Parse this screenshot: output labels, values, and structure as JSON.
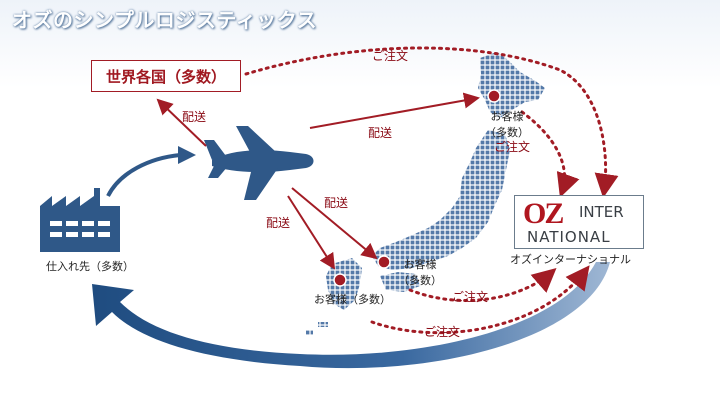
{
  "header": {
    "title": "オズのシンプルロジスティックス"
  },
  "world": {
    "label": "世界各国（多数）"
  },
  "supplier": {
    "label": "仕入れ先（多数）"
  },
  "customers": {
    "hokkaido": [
      "お客様",
      "（多数）"
    ],
    "kansai": [
      "お客様",
      "（多数）"
    ],
    "kyushu": "お客様（多数）"
  },
  "arrows": {
    "haiso": "配送",
    "chumon": "ご注文"
  },
  "company": {
    "logo_main": "OZ",
    "logo_inter": "INTER",
    "logo_national": "NATIONAL",
    "name": "オズインターナショナル"
  },
  "colors": {
    "navy": "#2f5888",
    "map_dot": "#5479a8",
    "red": "#a21c25"
  },
  "icons": [
    "factory-icon",
    "airplane-icon",
    "japan-map"
  ]
}
